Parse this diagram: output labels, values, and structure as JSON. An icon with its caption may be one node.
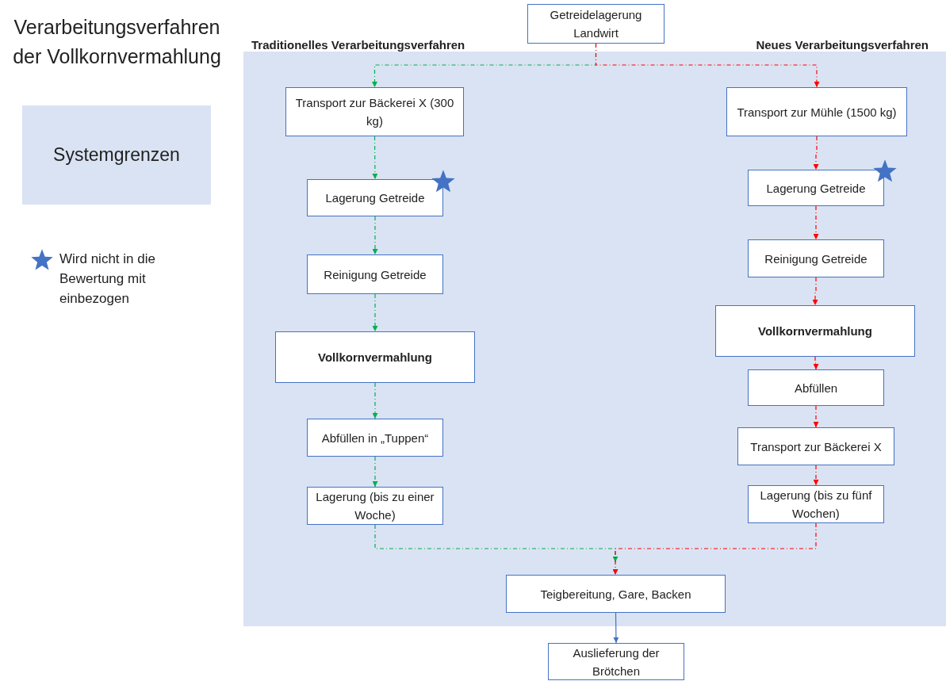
{
  "diagram": {
    "title": "Verarbeitungsverfahren der Vollkornvermahlung",
    "nodes": [
      {
        "text": [
          "Getreidelagerung Landwirt"
        ]
      },
      {
        "text": [
          "Transport zur Bäckerei X (300 kg)"
        ]
      },
      {
        "text": [
          "Lagerung Getreide"
        ]
      },
      {
        "text": [
          "Reinigung Getreide"
        ]
      },
      {
        "text": [
          "Vollkornvermahlung"
        ]
      },
      {
        "text": [
          "Abfüllen in „Tuppen“"
        ]
      },
      {
        "text": [
          "Lagerung (bis zu einer Woche)"
        ]
      },
      {
        "text": [
          "Transport zur Mühle (1500 kg)"
        ]
      },
      {
        "text": [
          "Lagerung Getreide"
        ]
      },
      {
        "text": [
          "Reinigung Getreide"
        ]
      },
      {
        "text": [
          "Vollkornvermahlung"
        ]
      },
      {
        "text": [
          "Abfüllen"
        ]
      },
      {
        "text": [
          "Transport zur Bäckerei X"
        ]
      },
      {
        "text": [
          "Lagerung (bis zu fünf Wochen)"
        ]
      },
      {
        "text": [
          "Teigbereitung, Gare, Backen"
        ]
      },
      {
        "text": [
          "Auslieferung der Brötchen"
        ]
      }
    ],
    "edges": [
      {
        "from": 0,
        "to": 1,
        "arrow": "to",
        "style": "dashed",
        "color": "#00b050"
      },
      {
        "from": 0,
        "to": 7,
        "arrow": "to",
        "style": "dashed",
        "color": "#ff0000"
      },
      {
        "from": 1,
        "to": 2,
        "arrow": "to",
        "style": "dashed",
        "color": "#00b050"
      },
      {
        "from": 2,
        "to": 3,
        "arrow": "to",
        "style": "dashed",
        "color": "#00b050"
      },
      {
        "from": 3,
        "to": 4,
        "arrow": "to",
        "style": "dashed",
        "color": "#00b050"
      },
      {
        "from": 4,
        "to": 5,
        "arrow": "to",
        "style": "dashed",
        "color": "#00b050"
      },
      {
        "from": 5,
        "to": 6,
        "arrow": "to",
        "style": "dashed",
        "color": "#00b050"
      },
      {
        "from": 7,
        "to": 8,
        "arrow": "to",
        "style": "dashed",
        "color": "#ff0000"
      },
      {
        "from": 8,
        "to": 9,
        "arrow": "to",
        "style": "dashed",
        "color": "#ff0000"
      },
      {
        "from": 9,
        "to": 10,
        "arrow": "to",
        "style": "dashed",
        "color": "#ff0000"
      },
      {
        "from": 10,
        "to": 11,
        "arrow": "to",
        "style": "dashed",
        "color": "#ff0000"
      },
      {
        "from": 11,
        "to": 12,
        "arrow": "to",
        "style": "dashed",
        "color": "#ff0000"
      },
      {
        "from": 12,
        "to": 13,
        "arrow": "to",
        "style": "dashed",
        "color": "#ff0000"
      },
      {
        "from": 6,
        "to": 14,
        "arrow": "to",
        "style": "dashed",
        "color": "#00b050"
      },
      {
        "from": 13,
        "to": 14,
        "arrow": "to",
        "style": "dashed",
        "color": "#ff0000"
      },
      {
        "from": 14,
        "to": 15,
        "arrow": "to",
        "color": "#4472c4"
      }
    ],
    "labels": [
      "Traditionelles Verarbeitungsverfahren",
      "Neues Verarbeitungsverfahren"
    ],
    "legend": [
      {
        "text": "Systemgrenzen",
        "color": "#dae3f3"
      },
      {
        "text": "Wird nicht in die Bewertung mit einbezogen"
      }
    ]
  }
}
